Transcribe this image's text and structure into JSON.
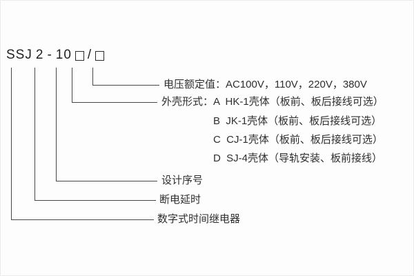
{
  "model_code": {
    "prefix": "SSJ",
    "delay_code": "2",
    "dash": "-",
    "design_code": "10",
    "slash": "/",
    "box_symbol": "□",
    "full": "SSJ 2 - 10□ /□"
  },
  "callouts": {
    "voltage": {
      "text": "电压额定值：AC100V，110V，220V，380V"
    },
    "enclosure_a": {
      "text": "外壳形式：A  HK-1壳体（板前、板后接线可选）"
    },
    "enclosure_b": {
      "text": "B  JK-1壳体（板前、板后接线可选）"
    },
    "enclosure_c": {
      "text": "C  CJ-1壳体（板前、板后接线可选）"
    },
    "enclosure_d": {
      "text": "D  SJ-4壳体（导轨安装、板前接线）"
    },
    "design_serial": {
      "text": "设计序号"
    },
    "delay_type": {
      "text": "断电延时"
    },
    "product_type": {
      "text": "数字式时间继电器"
    }
  }
}
